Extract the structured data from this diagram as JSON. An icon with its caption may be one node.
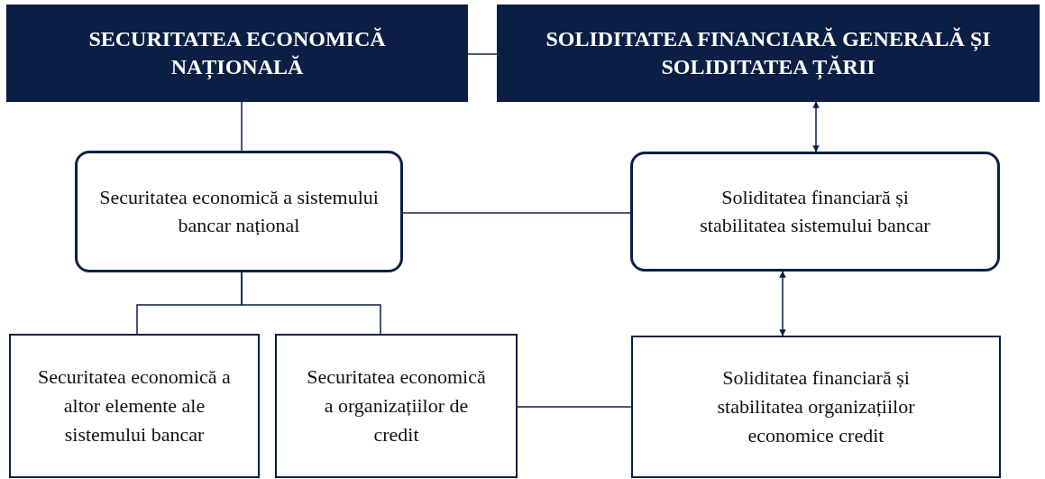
{
  "diagram": {
    "nodes": [
      {
        "text": [
          "SECURITATEA ECONOMICĂ NAȚIONALĂ"
        ]
      },
      {
        "text": [
          "SOLIDITATEA FINANCIARĂ GENERALĂ ȘI SOLIDITATEA ȚĂRII"
        ]
      },
      {
        "text": [
          "Securitatea economică a sistemului bancar național"
        ]
      },
      {
        "text": [
          "Soliditatea financiară și stabilitatea sistemului bancar"
        ]
      },
      {
        "text": [
          "Securitatea economică a altor elemente ale sistemului bancar"
        ]
      },
      {
        "text": [
          "Securitatea economică a organizațiilor de credit"
        ]
      },
      {
        "text": [
          "Soliditatea financiară și stabilitatea organizațiilor economice credit"
        ]
      }
    ],
    "edges": [
      {
        "from": 0,
        "to": 1,
        "arrow": "none"
      },
      {
        "from": 0,
        "to": 2,
        "arrow": "none"
      },
      {
        "from": 1,
        "to": 3,
        "arrow": "both"
      },
      {
        "from": 2,
        "to": 3,
        "arrow": "none"
      },
      {
        "from": 2,
        "to": 4,
        "arrow": "none"
      },
      {
        "from": 2,
        "to": 5,
        "arrow": "none"
      },
      {
        "from": 3,
        "to": 6,
        "arrow": "both"
      },
      {
        "from": 5,
        "to": 6,
        "arrow": "none"
      }
    ]
  }
}
